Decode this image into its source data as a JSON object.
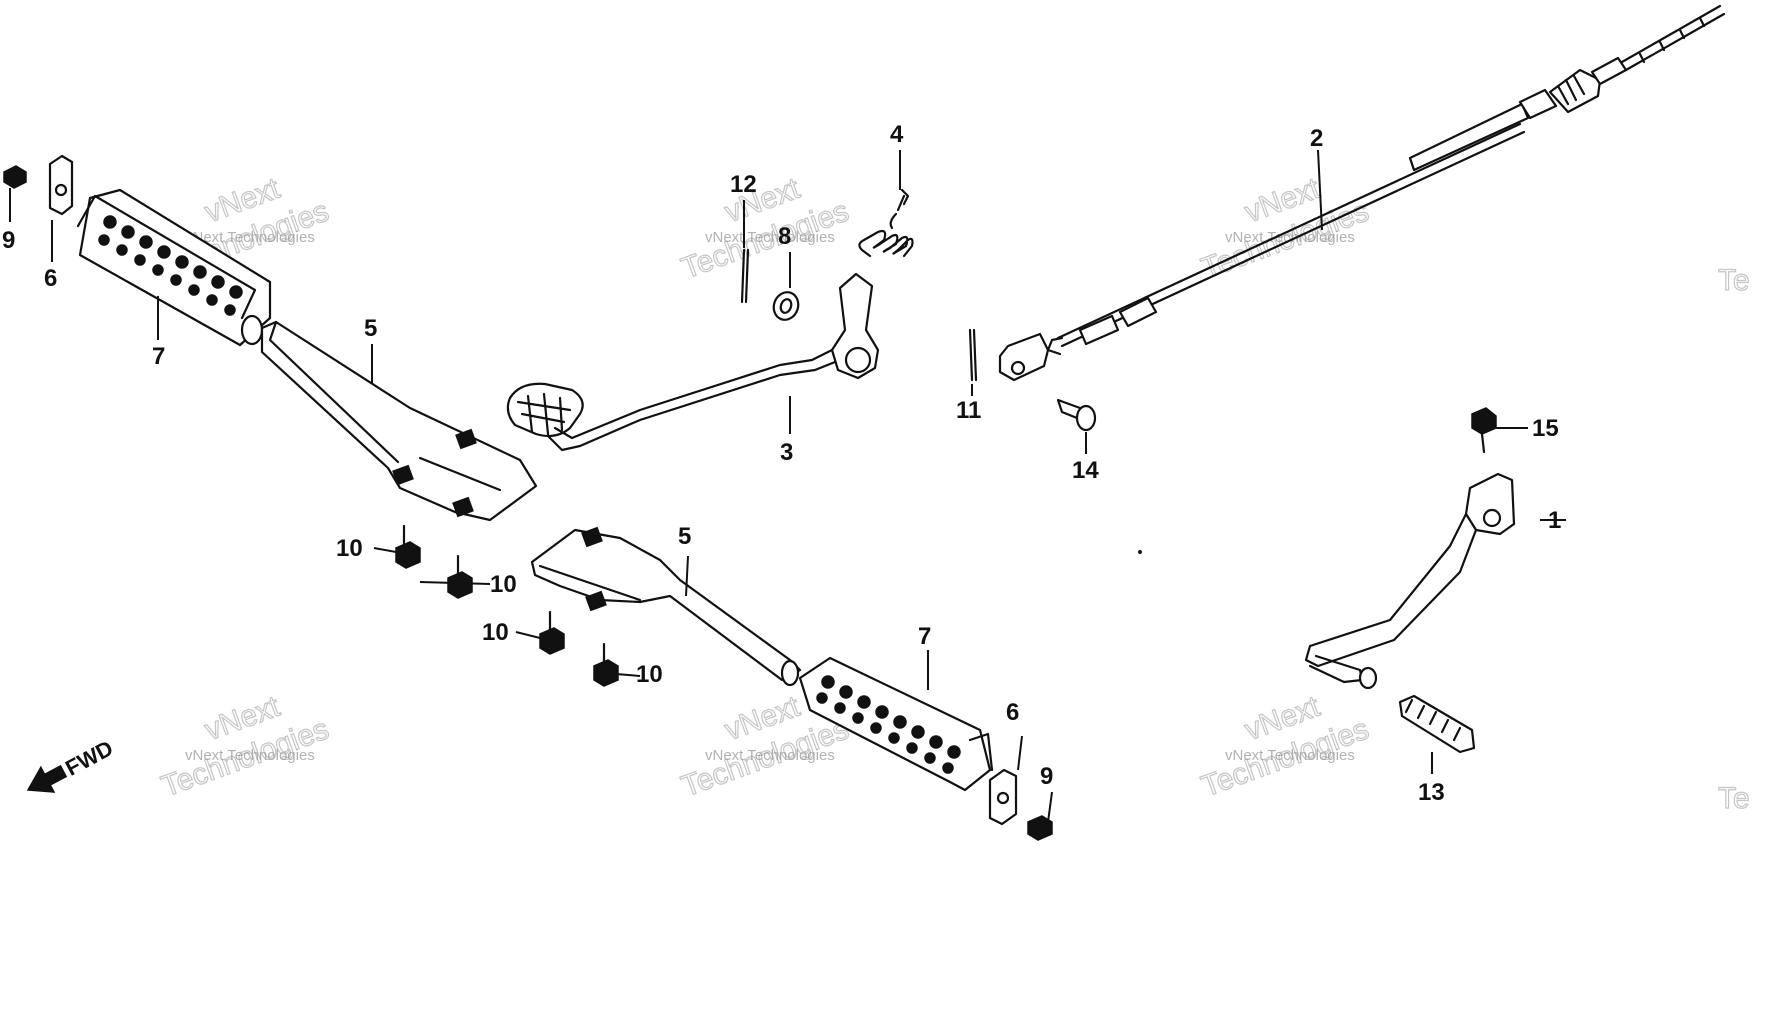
{
  "callouts": {
    "c1": "1",
    "c2": "2",
    "c3": "3",
    "c4": "4",
    "c5a": "5",
    "c5b": "5",
    "c6a": "6",
    "c6b": "6",
    "c7a": "7",
    "c7b": "7",
    "c8": "8",
    "c9a": "9",
    "c9b": "9",
    "c10a": "10",
    "c10b": "10",
    "c10c": "10",
    "c10d": "10",
    "c11": "11",
    "c12": "12",
    "c13": "13",
    "c14": "14",
    "c15": "15"
  },
  "fwd_label": "FWD",
  "watermark": {
    "line1": "vNext",
    "line2": "Technologies",
    "small": "vNext Technologies",
    "edge": "Te"
  },
  "colors": {
    "ink": "#111111",
    "background": "#ffffff",
    "watermark": "#b8b8b8"
  }
}
